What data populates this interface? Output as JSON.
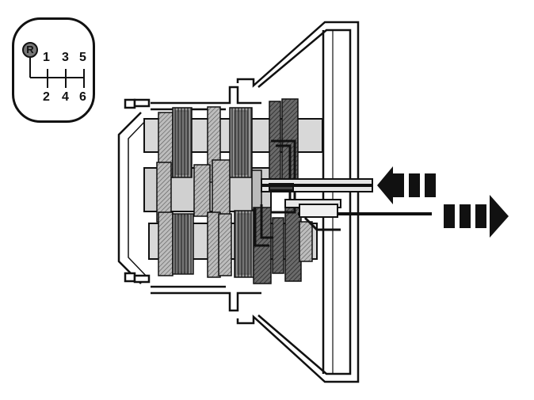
{
  "shift_pattern": {
    "reverse": "R",
    "top_row": [
      "1",
      "3",
      "5"
    ],
    "bottom_row": [
      "2",
      "4",
      "6"
    ]
  },
  "colors": {
    "outline": "#111111",
    "gear_dark": "#4a4a4a",
    "gear_mid": "#8a8a8a",
    "gear_light": "#c8c8c8",
    "arrow": "#111111"
  },
  "arrows": {
    "top_arrow_direction": "left",
    "bottom_arrow_direction": "right"
  }
}
